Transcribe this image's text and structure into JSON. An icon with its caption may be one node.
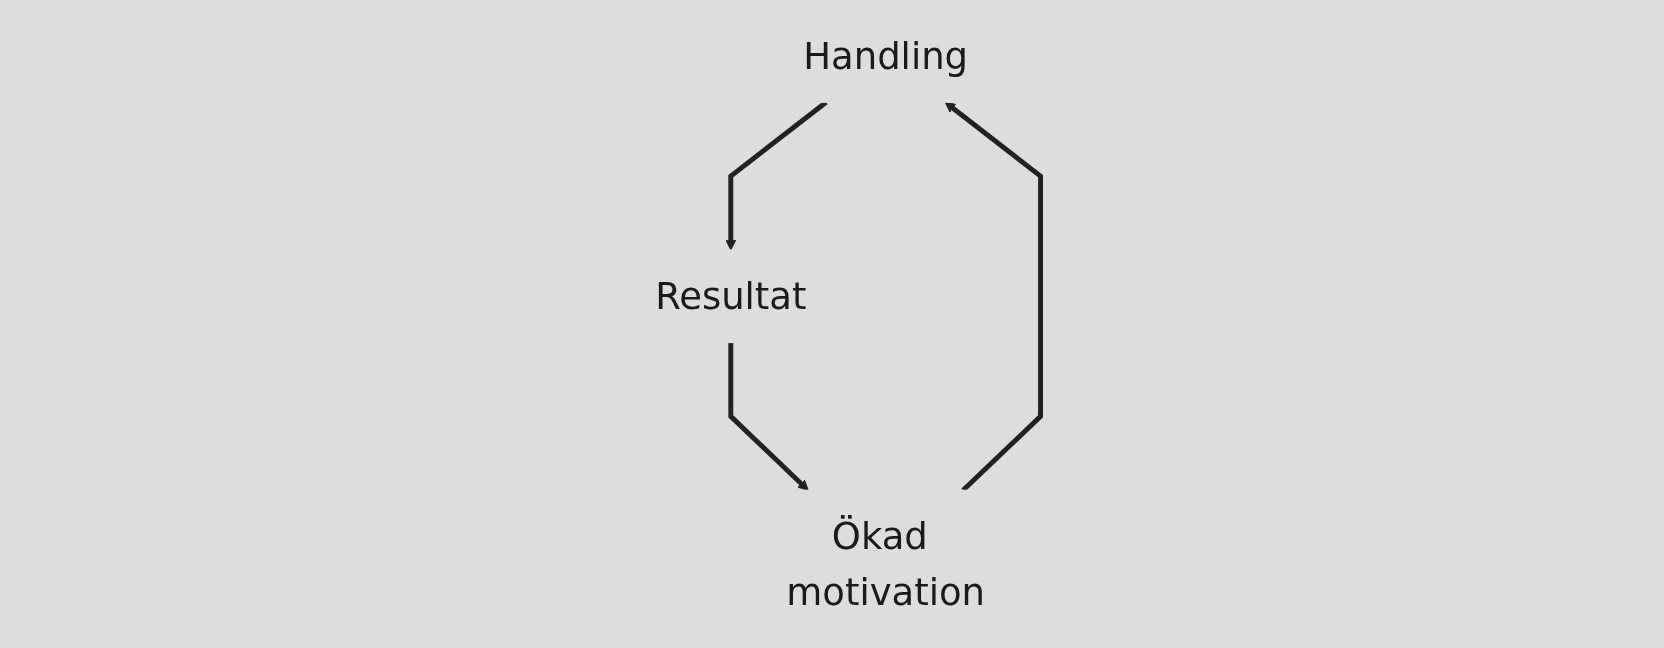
{
  "diagram": {
    "nodes": [
      {
        "text": [
          "Handling"
        ]
      },
      {
        "text": [
          "Resultat"
        ]
      },
      {
        "text": [
          "Ökad motivation"
        ]
      }
    ],
    "edges": [
      {
        "from": 0,
        "to": 1,
        "arrow": "to"
      },
      {
        "from": 1,
        "to": 2,
        "arrow": "to"
      },
      {
        "from": 2,
        "to": 0,
        "arrow": "to"
      }
    ]
  }
}
